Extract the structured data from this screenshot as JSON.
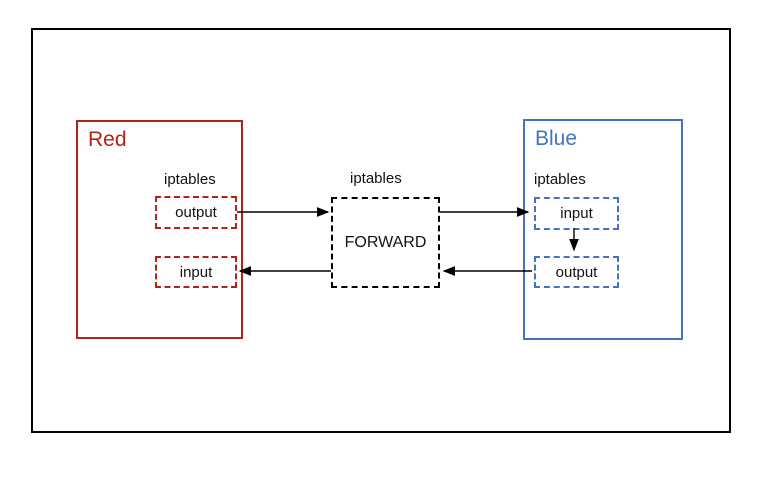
{
  "diagram": {
    "colors": {
      "red": "#b22318",
      "blue": "#4472c4",
      "outline": "#000000"
    },
    "red_host": {
      "title": "Red",
      "iptables_label": "iptables",
      "output_chain": "output",
      "input_chain": "input"
    },
    "forward_node": {
      "iptables_label": "iptables",
      "label": "FORWARD"
    },
    "blue_host": {
      "title": "Blue",
      "iptables_label": "iptables",
      "input_chain": "input",
      "output_chain": "output"
    },
    "arrows": [
      {
        "from": "red-output",
        "to": "forward"
      },
      {
        "from": "forward",
        "to": "blue-input"
      },
      {
        "from": "blue-input",
        "to": "blue-output"
      },
      {
        "from": "blue-output",
        "to": "forward"
      },
      {
        "from": "forward",
        "to": "red-input"
      }
    ]
  }
}
